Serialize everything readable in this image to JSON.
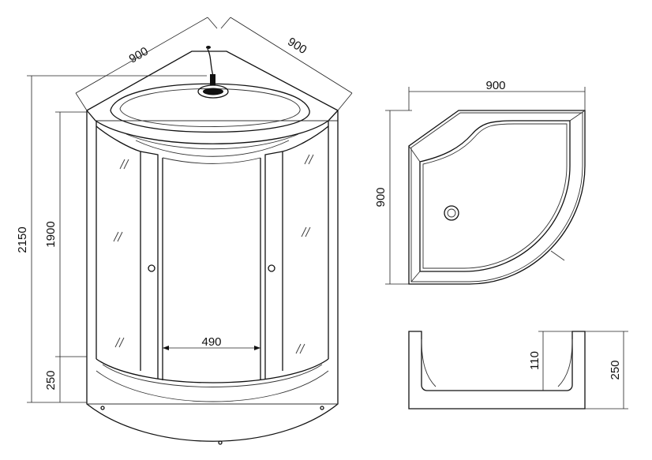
{
  "shower_front": {
    "width_left": "900",
    "width_right": "900",
    "total_height": "2150",
    "glass_height": "1900",
    "tray_height": "250",
    "door_opening": "490"
  },
  "tray_top": {
    "width": "900",
    "depth": "900"
  },
  "tray_section": {
    "inner_depth": "110",
    "height": "250"
  },
  "icons": [
    "shower-head-icon",
    "door-handle-icon",
    "drain-icon",
    "glass-reflection-icon"
  ]
}
